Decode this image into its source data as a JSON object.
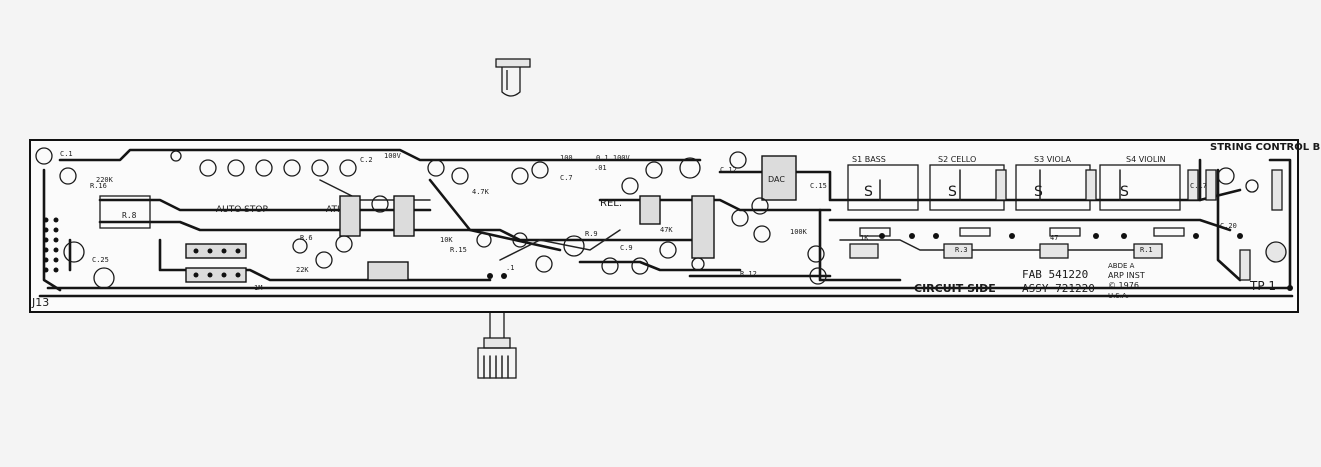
{
  "board": {
    "title": "STRING CONTROL BD.",
    "side": "CIRCUIT SIDE",
    "assy": "ASSY 721220",
    "fab": "FAB 541220",
    "brand": "ARP INST",
    "copyright": "© 1976",
    "origin": "U.S.A.",
    "rev": "ABDE A"
  },
  "connectors": {
    "j13": "J13",
    "tp1": "TP 1"
  },
  "sections": {
    "violin": "S4 VIOLIN",
    "viola": "S3 VIOLA",
    "cello": "S2 CELLO",
    "bass": "S1 BASS",
    "rel": "REL."
  },
  "legends": {
    "dac": "DAC",
    "ckt1": "ATI",
    "ckt2": "AUTO STOP"
  },
  "components": {
    "resistors": [
      "R.8",
      "R.16",
      "R.6",
      "R.15",
      "R.9",
      "R.12",
      "R.3",
      "R.1"
    ],
    "capacitors": [
      "C.1",
      "C.2",
      "C.7",
      "C.9",
      "C.12",
      "C.15",
      "C.17",
      "C.20",
      "C.25"
    ],
    "values": [
      "100V",
      "4.7K",
      "10K",
      "47K",
      "100K",
      "1M",
      ".01",
      ".1",
      "22K",
      "1K",
      "47",
      "0.1 100V",
      "100",
      "220K"
    ]
  }
}
